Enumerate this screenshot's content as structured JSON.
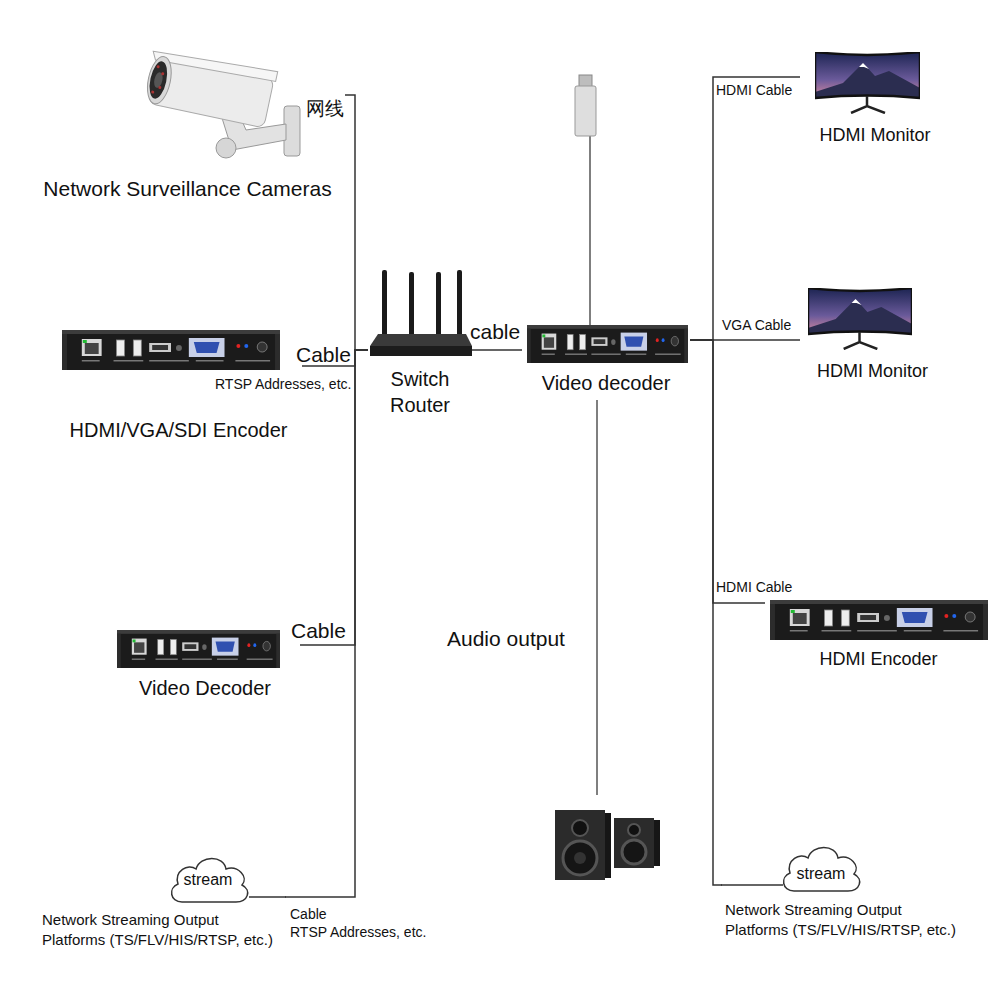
{
  "diagram": {
    "nodes": [
      {
        "text": [
          "Network Surveillance Cameras"
        ]
      },
      {
        "text": [
          "HDMI Monitor"
        ]
      },
      {
        "text": [
          "HDMI/VGA/SDI Encoder"
        ]
      },
      {
        "text": [
          "Switch Router"
        ]
      },
      {
        "text": [
          "Video decoder"
        ]
      },
      {
        "text": [
          "HDMI Monitor"
        ]
      },
      {
        "text": [
          "Video Decoder"
        ]
      },
      {
        "text": [
          "HDMI Encoder"
        ]
      },
      {
        "text": [
          "stream",
          "Network Streaming Output Platforms (TS/FLV/HIS/RTSP, etc.)"
        ]
      },
      {
        "text": [
          "stream",
          "Network Streaming Output Platforms (TS/FLV/HIS/RTSP, etc.)"
        ]
      }
    ],
    "edges": [
      {
        "from": 0,
        "to": 3,
        "arrow": "none",
        "label": "网线"
      },
      {
        "from": 2,
        "to": 3,
        "arrow": "none",
        "label": "Cable"
      },
      {
        "from": 6,
        "to": 3,
        "arrow": "none",
        "label": "Cable"
      },
      {
        "from": 8,
        "to": 3,
        "arrow": "none",
        "label": "Cable"
      },
      {
        "from": 3,
        "to": 4,
        "arrow": "none",
        "label": "cable"
      },
      {
        "from": 4,
        "to": 1,
        "arrow": "none",
        "label": "HDMI Cable"
      },
      {
        "from": 4,
        "to": 5,
        "arrow": "none",
        "label": "VGA Cable"
      },
      {
        "from": 4,
        "to": 7,
        "arrow": "none",
        "label": "HDMI Cable"
      },
      {
        "from": 4,
        "to": 9,
        "arrow": "none"
      }
    ],
    "labels": [
      "RTSP Addresses, etc.",
      "RTSP Addresses, etc.",
      "Audio output"
    ]
  }
}
